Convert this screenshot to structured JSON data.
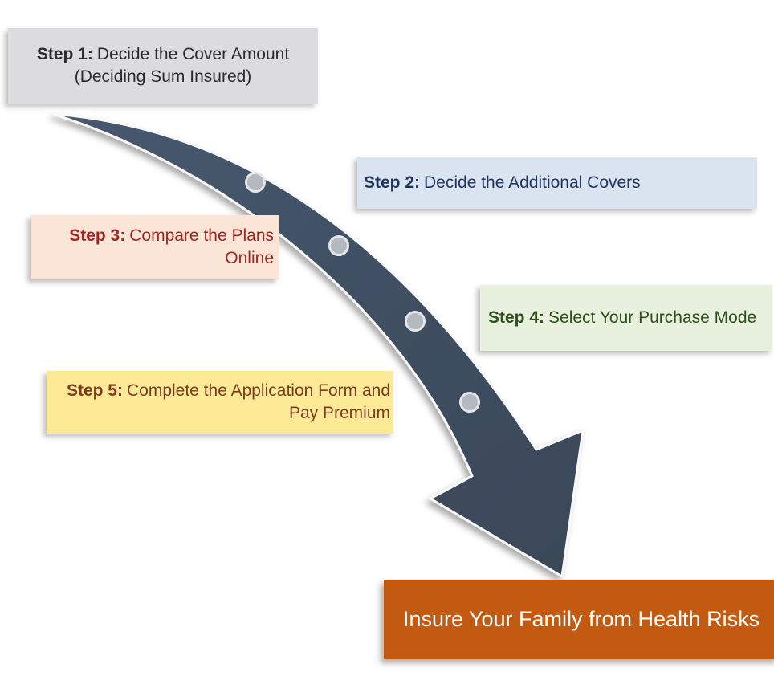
{
  "steps": [
    {
      "label": "Step 1:",
      "text": "Decide the Cover Amount (Deciding Sum Insured)"
    },
    {
      "label": "Step 2:",
      "text": "Decide the Additional Covers"
    },
    {
      "label": "Step 3:",
      "text": "Compare the Plans Online"
    },
    {
      "label": "Step 4:",
      "text": "Select Your Purchase Mode"
    },
    {
      "label": "Step 5:",
      "text": "Complete the Application Form and Pay Premium"
    }
  ],
  "result": {
    "text": "Insure Your Family from Health Risks"
  },
  "colors": {
    "arrow": "#3e4d63",
    "arrow_outline": "#f8f8f8",
    "dot_fill": "#b4b8bf",
    "dot_stroke": "#e4e6e9",
    "step1_bg": "#dcdcde",
    "step1_text": "#2b2b2b",
    "step2_bg": "#dae4f1",
    "step2_text": "#1f335e",
    "step3_bg": "#fbe5d7",
    "step3_text": "#a02622",
    "step4_bg": "#e7f1de",
    "step4_text": "#2e4e1e",
    "step5_bg": "#fdea97",
    "step5_text": "#7e3a22",
    "result_bg": "#c35a11",
    "result_text": "#ffffff"
  }
}
